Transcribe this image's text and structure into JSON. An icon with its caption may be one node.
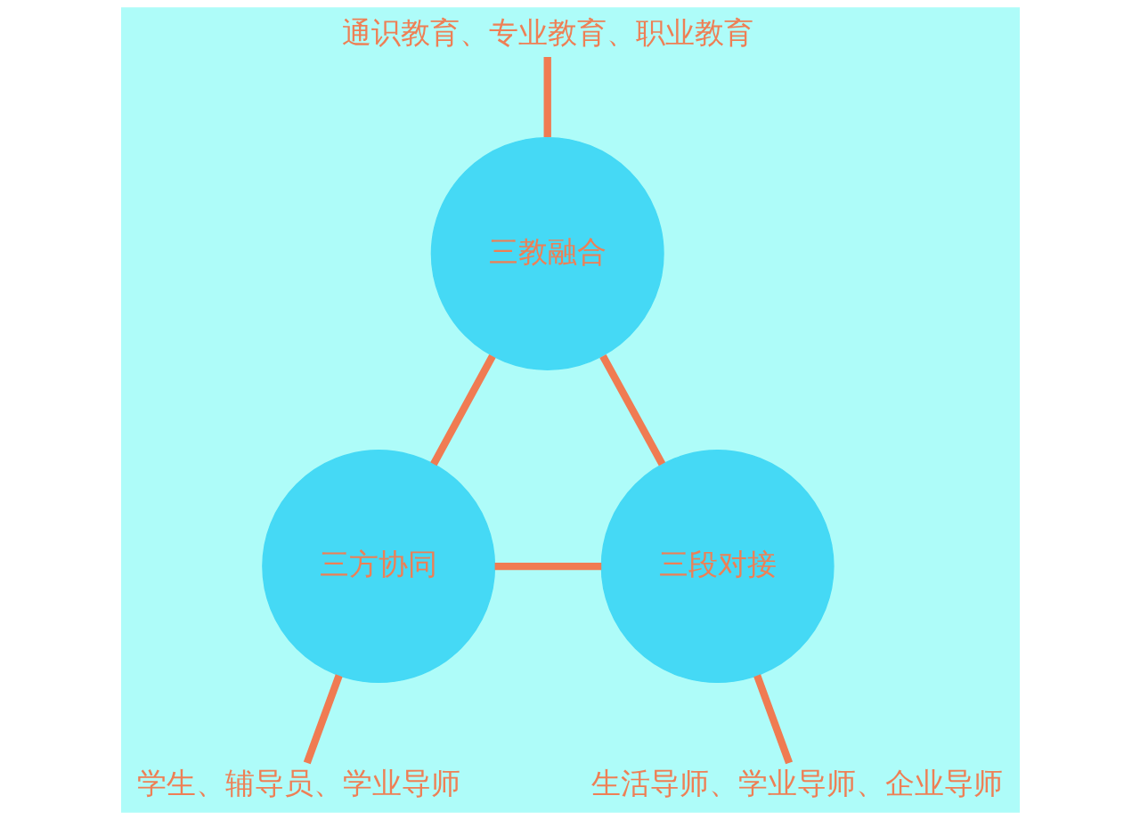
{
  "diagram": {
    "nodes": [
      {
        "text": [
          "通识教育、专业教育、职业教育"
        ]
      },
      {
        "text": [
          "三教融合"
        ]
      },
      {
        "text": [
          "三方协同"
        ]
      },
      {
        "text": [
          "三段对接"
        ]
      },
      {
        "text": [
          "学生、辅导员、学业导师"
        ]
      },
      {
        "text": [
          "生活导师、学业导师、企业导师"
        ]
      }
    ],
    "edges": [
      {
        "from": 0,
        "to": 1,
        "arrow": "none"
      },
      {
        "from": 1,
        "to": 2,
        "arrow": "none"
      },
      {
        "from": 1,
        "to": 3,
        "arrow": "none"
      },
      {
        "from": 2,
        "to": 3,
        "arrow": "none"
      },
      {
        "from": 4,
        "to": 2,
        "arrow": "none"
      },
      {
        "from": 5,
        "to": 3,
        "arrow": "none"
      }
    ]
  }
}
